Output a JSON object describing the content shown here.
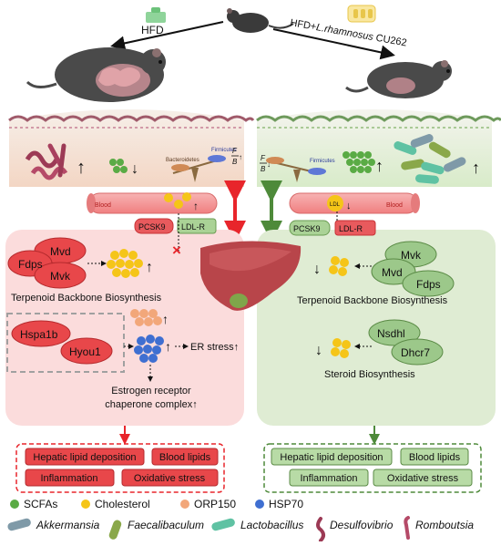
{
  "top": {
    "left_diet": "HFD",
    "right_diet": "HFD+",
    "right_diet_species": "L.rhamnosus",
    "right_diet_strain": "CU262"
  },
  "gut": {
    "bacteroidetes": "Bacteroidetes",
    "firmicutes": "Firmicutes",
    "ratio_f": "F",
    "ratio_b": "B",
    "up_arrow": "↑",
    "down_arrow": "↓"
  },
  "blood": {
    "label": "Blood",
    "ldl_label": "LDL",
    "pcsk9": "PCSK9",
    "ldlr": "LDL-R",
    "block_mark": "×"
  },
  "left_panel": {
    "genes_top": [
      "Mvd",
      "Fdps",
      "Mvk"
    ],
    "pathway1": "Terpenoid Backbone Biosynthesis",
    "genes_hsp": [
      "Hspa1b",
      "Hyou1"
    ],
    "er_stress": "ER stress↑",
    "estrogen_line1": "Estrogen receptor",
    "estrogen_line2": "chaperone complex↑"
  },
  "right_panel": {
    "genes_top": [
      "Mvk",
      "Mvd",
      "Fdps"
    ],
    "pathway1": "Terpenoid Backbone Biosynthesis",
    "genes_steroid": [
      "Nsdhl",
      "Dhcr7"
    ],
    "pathway2": "Steroid Biosynthesis"
  },
  "outcomes": {
    "items": [
      "Hepatic lipid deposition",
      "Blood lipids",
      "Inflammation",
      "Oxidative stress"
    ]
  },
  "legend": {
    "row1": [
      "SCFAs",
      "Cholesterol",
      "ORP150",
      "HSP70"
    ],
    "row2": [
      "Akkermansia",
      "Faecalibaculum",
      "Lactobacillus",
      "Desulfovibrio",
      "Romboutsia"
    ]
  },
  "colors": {
    "scfa": "#5aab45",
    "cholesterol": "#f5c518",
    "orp150": "#f2a77a",
    "hsp70": "#3f6fd1",
    "left_bg": "#fbdcdc",
    "right_bg": "#dfecd3",
    "gene_red": "#e8474a",
    "gene_green": "#9cc88a",
    "red_arrow": "#e8252b",
    "green_arrow": "#4e8a3a"
  }
}
